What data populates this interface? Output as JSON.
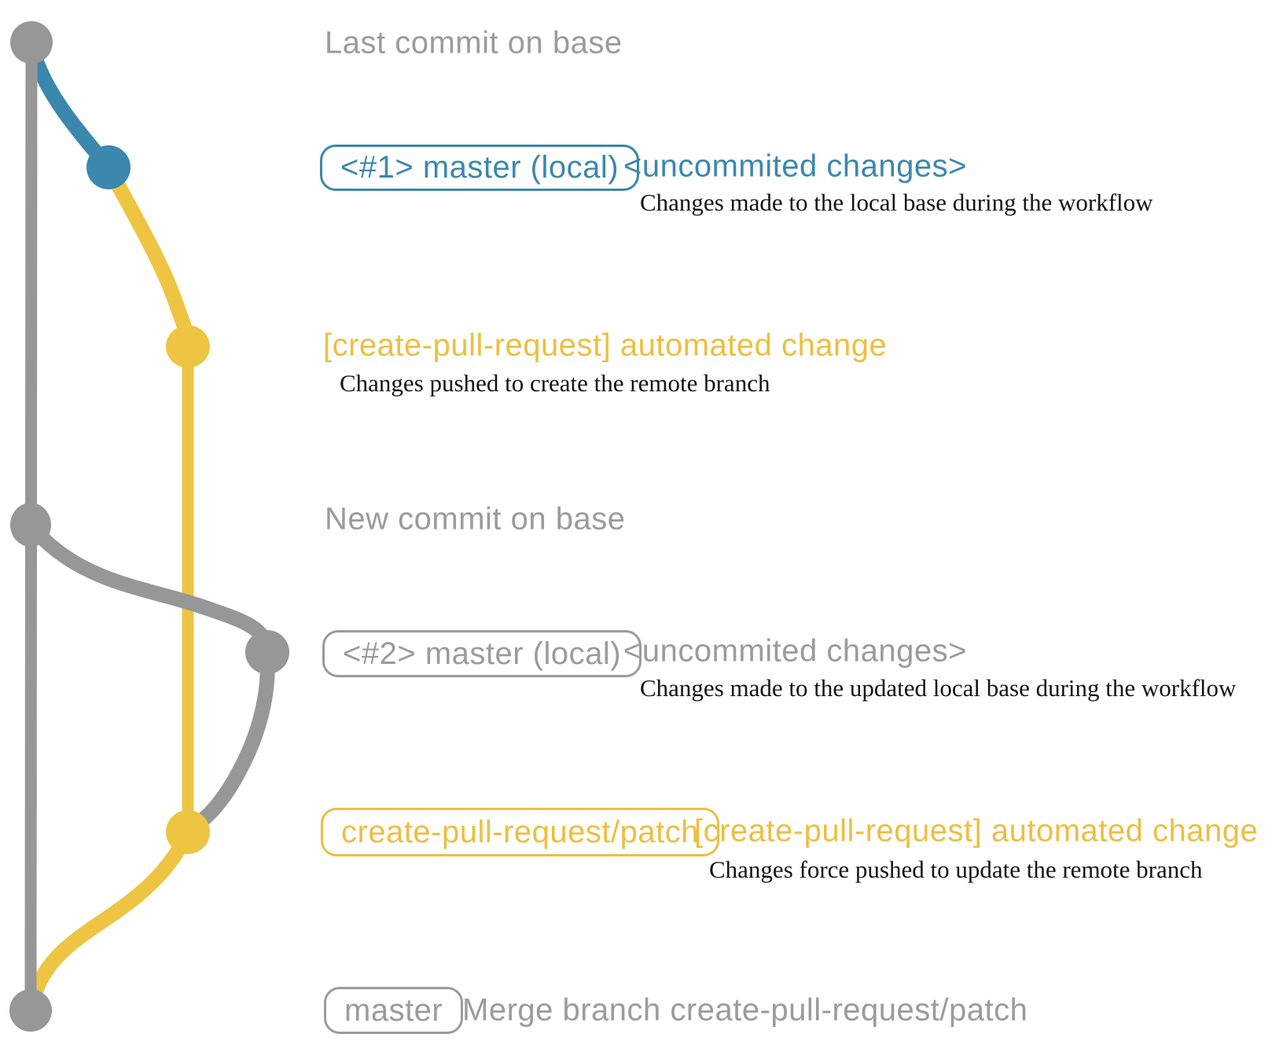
{
  "palette": {
    "gray": "#979797",
    "text_gray": "#9b9b9b",
    "blue": "#3c87ad",
    "yellow": "#edc543",
    "yellow_text": "#ecbf41",
    "ink": "#131313"
  },
  "rows": {
    "row1": {
      "label": "Last commit on base"
    },
    "row2": {
      "badge": "<#1> master (local)",
      "title": "<uncommited changes>",
      "desc": "Changes made to the local base during the workflow"
    },
    "row3": {
      "title": "[create-pull-request] automated change",
      "desc": "Changes pushed to create the remote branch"
    },
    "row4": {
      "label": "New commit on base"
    },
    "row5": {
      "badge": "<#2> master (local)",
      "title": "<uncommited changes>",
      "desc": "Changes made to the updated local base during the workflow"
    },
    "row6": {
      "badge": "create-pull-request/patch",
      "title": "[create-pull-request] automated change",
      "desc": "Changes force pushed to update the remote branch"
    },
    "row7": {
      "badge": "master",
      "label": "Merge branch create-pull-request/patch"
    }
  },
  "graph": {
    "branches": [
      {
        "name": "master (remote base)",
        "color_key": "gray"
      },
      {
        "name": "master (local)",
        "color_key": "blue"
      },
      {
        "name": "create-pull-request/patch",
        "color_key": "yellow"
      }
    ],
    "commits": [
      {
        "id": "base-last-commit",
        "branch": "master (remote base)",
        "row": "row1"
      },
      {
        "id": "local-uncommitted-1",
        "branch": "master (local)",
        "row": "row2"
      },
      {
        "id": "patch-push-1",
        "branch": "create-pull-request/patch",
        "row": "row3"
      },
      {
        "id": "base-new-commit",
        "branch": "master (remote base)",
        "row": "row4"
      },
      {
        "id": "local-uncommitted-2",
        "branch": "master (local)",
        "row": "row5"
      },
      {
        "id": "patch-force-push",
        "branch": "create-pull-request/patch",
        "row": "row6"
      },
      {
        "id": "merge-commit",
        "branch": "master (remote base)",
        "row": "row7"
      }
    ]
  }
}
